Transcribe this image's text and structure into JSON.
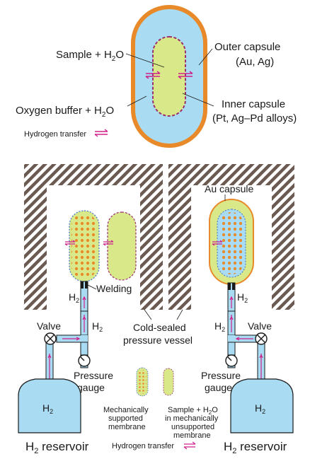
{
  "top": {
    "sample_label": "Sample + H",
    "sample_sub": "2",
    "sample_tail": "O",
    "outer_label": "Outer capsule",
    "outer_sub": "(Au, Ag)",
    "inner_label": "Inner capsule",
    "inner_sub": "(Pt, Ag–Pd alloys)",
    "buffer_label": "Oxygen buffer + H",
    "buffer_sub": "2",
    "buffer_tail": "O",
    "hydrogen_transfer": "Hydrogen transfer"
  },
  "bottom": {
    "welding": "Welding",
    "h2_left": "H",
    "h2_sub": "2",
    "valve_left": "Valve",
    "valve_right": "Valve",
    "pressure_left_1": "Pressure",
    "pressure_left_2": "gauge",
    "pressure_right_1": "Pressure",
    "pressure_right_2": "gauge",
    "vessel_1": "Cold-sealed",
    "vessel_2": "pressure vessel",
    "au_capsule": "Au capsule",
    "reservoir_left": "H",
    "reservoir_right": "H",
    "reservoir_word": " reservoir",
    "reservoir_tank": "H",
    "legend_supported_1": "Mechanically",
    "legend_supported_2": "supported",
    "legend_supported_3": "membrane",
    "legend_unsupported_1": "Sample + H",
    "legend_unsupported_1b": "2",
    "legend_unsupported_1c": "O",
    "legend_unsupported_2": "in mechanically",
    "legend_unsupported_3": "unsupported",
    "legend_unsupported_4": "membrane",
    "hydrogen_transfer": "Hydrogen transfer"
  },
  "colors": {
    "outer_capsule": "#e8892a",
    "water_blue": "#a9dcf2",
    "sample_green": "#d9e98a",
    "inner_dash": "#9b2f6b",
    "arrow_magenta": "#d0208c",
    "dot_orange": "#e8892a",
    "hatch": "#6b5a52"
  }
}
